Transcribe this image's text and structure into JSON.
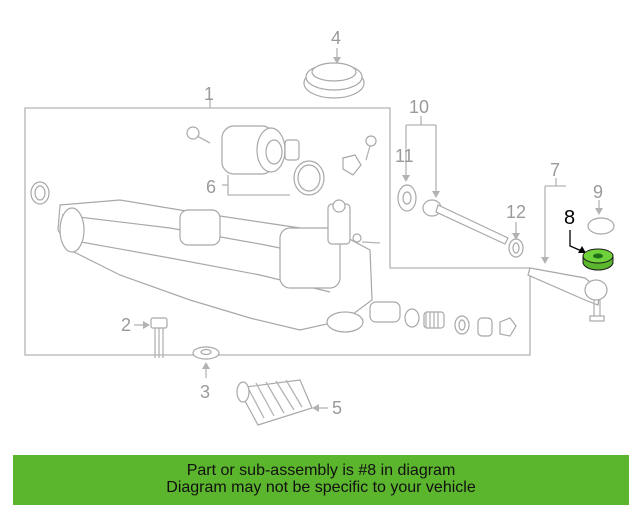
{
  "callouts": {
    "c1": "1",
    "c2": "2",
    "c3": "3",
    "c4": "4",
    "c5": "5",
    "c6": "6",
    "c7": "7",
    "c8": "8",
    "c9": "9",
    "c10": "10",
    "c11": "11",
    "c12": "12"
  },
  "highlight_part": "8",
  "highlight_color": "#5bb52d",
  "banner": {
    "line1": "Part or sub-assembly is #8 in diagram",
    "line2": "Diagram may not be specific to your vehicle",
    "background": "#5bb52d"
  }
}
